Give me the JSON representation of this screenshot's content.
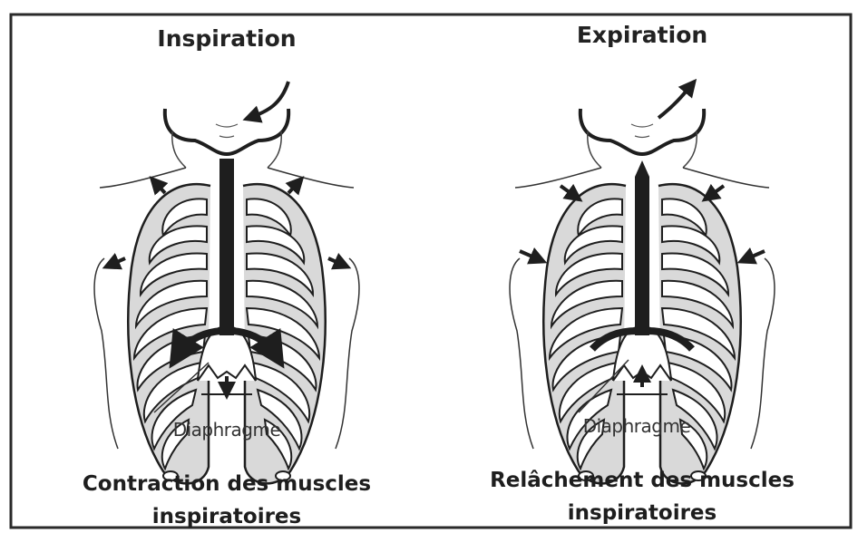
{
  "left": {
    "title": "Inspiration",
    "diaphragm_label": "Diaphragme",
    "caption_line1": "Contraction des muscles",
    "caption_line2": "inspiratoires"
  },
  "right": {
    "title": "Expiration",
    "diaphragm_label": "Diaphragme",
    "caption_line1": "Relâchement des muscles",
    "caption_line2": "inspiratoires"
  },
  "colors": {
    "ink": "#1e1e1e",
    "rib_fill": "#d9d9d9",
    "frame": "#2a2a2a"
  }
}
